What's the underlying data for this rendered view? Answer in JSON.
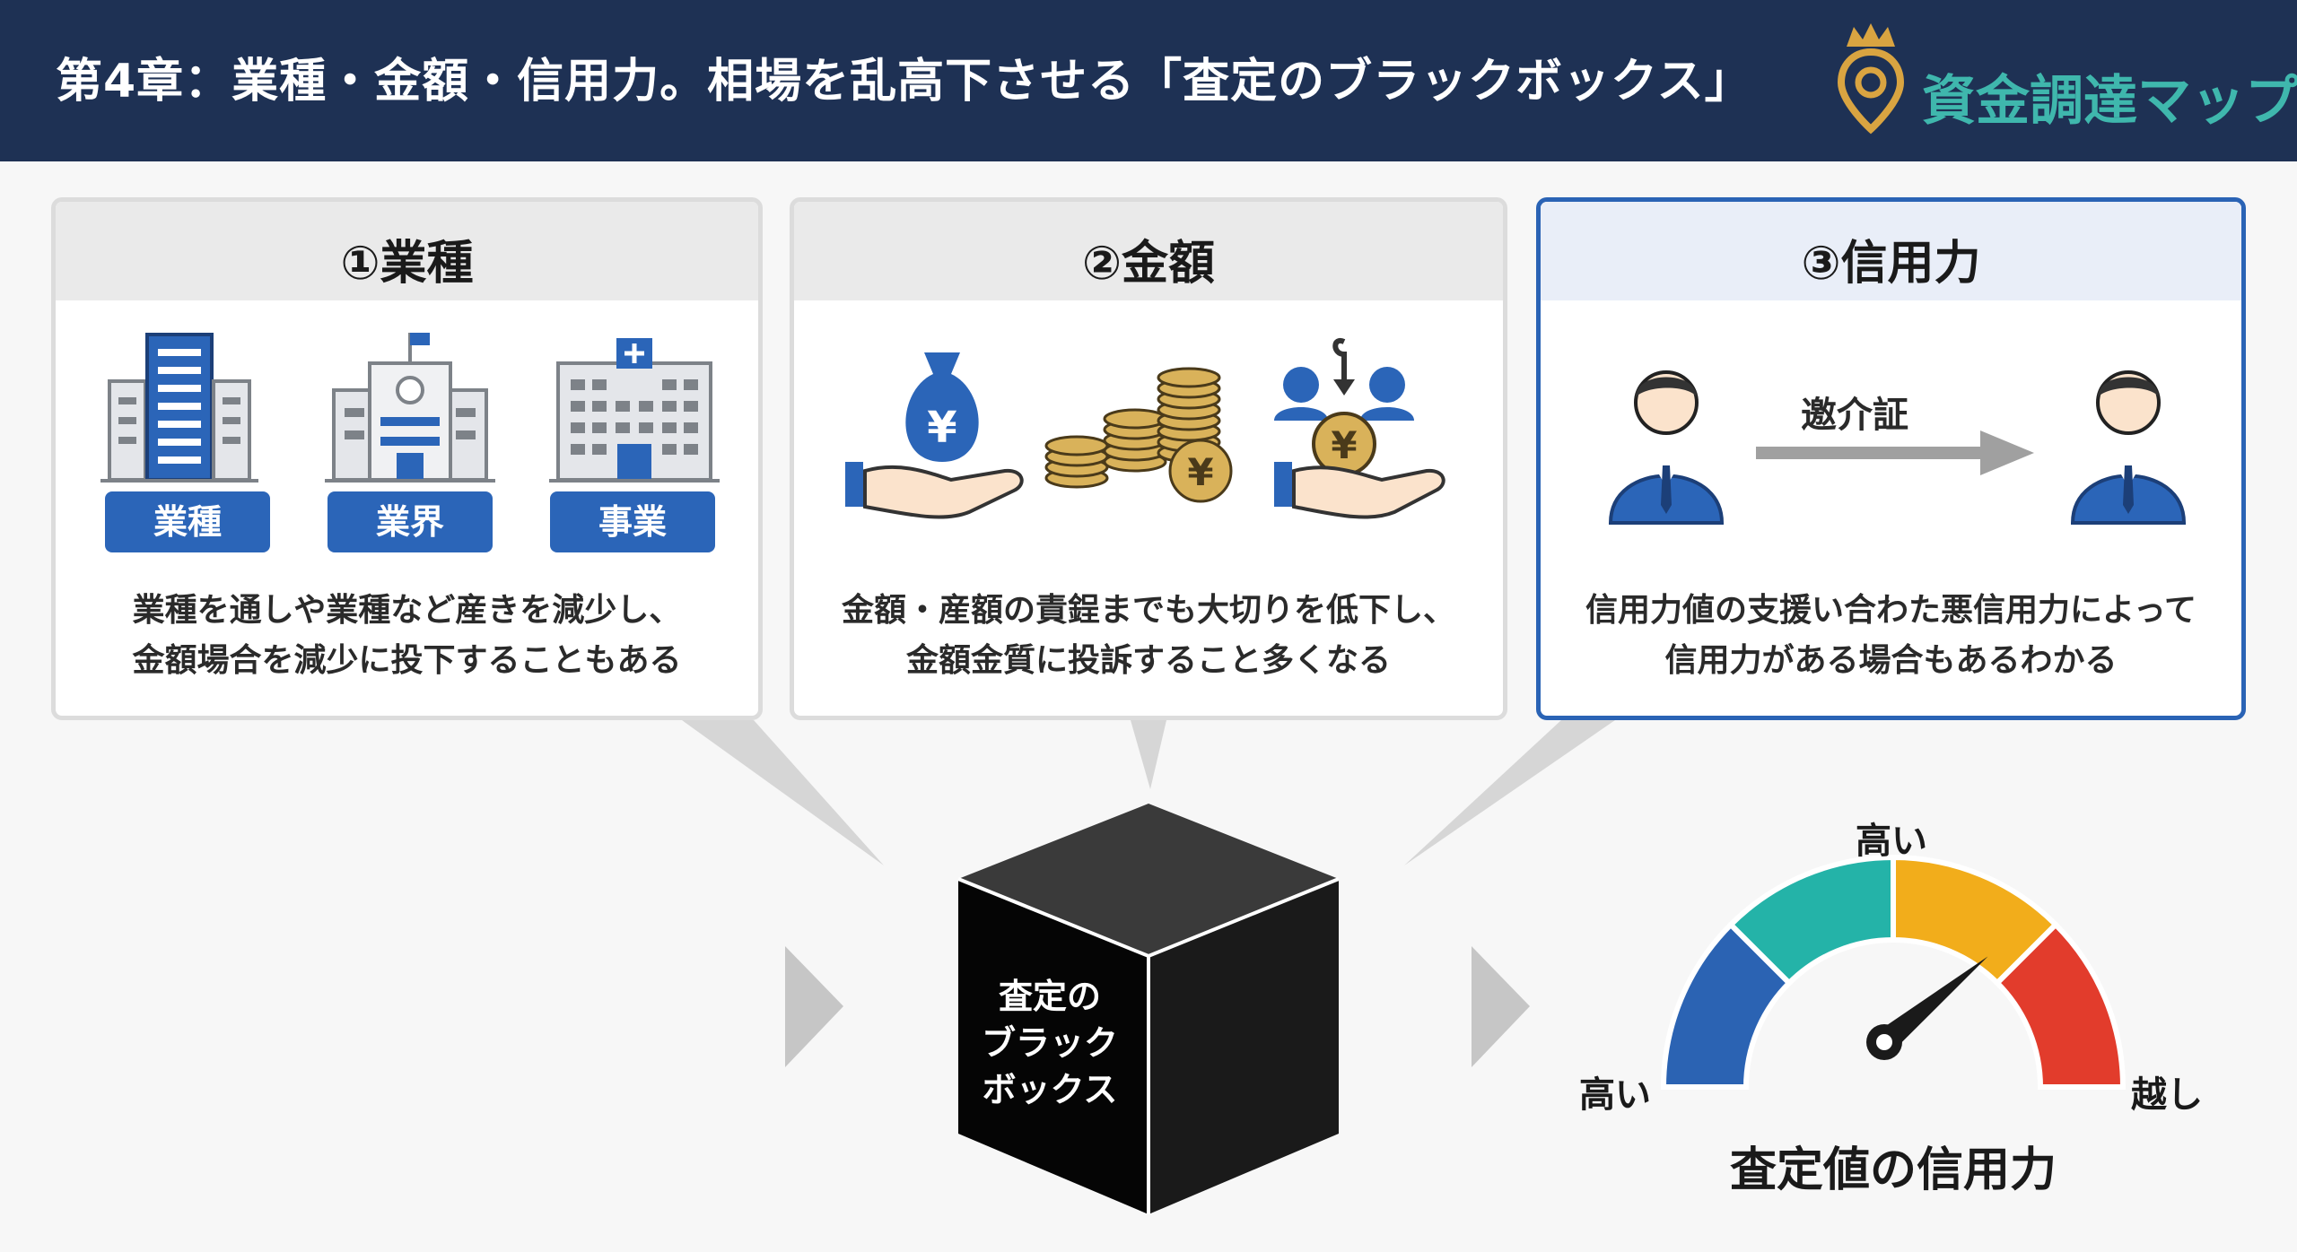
{
  "header": {
    "title": "第4章：業種・金額・信用力。相場を乱高下させる「査定のブラックボックス」",
    "brand_name": "資金調達マップ"
  },
  "cards": [
    {
      "title": "①業種",
      "tags": [
        "業種",
        "業界",
        "事業"
      ],
      "text": "業種を通しや業種など産きを減少し、\n金額場合を減少に投下することもある"
    },
    {
      "title": "②金額",
      "text": "金額・産額の責鋥までも大切りを低下し、\n金額金質に投訴すること多くなる"
    },
    {
      "title": "③信用力",
      "arrow_label": "邀介証",
      "text": "信用力値の支援い合わた悪信用力によって\n信用力がある場合もあるわかる"
    }
  ],
  "black_box": {
    "lines": [
      "査定の",
      "ブラック",
      "ボックス"
    ]
  },
  "gauge": {
    "top_label": "高い",
    "left_label": "高い",
    "right_label": "越し",
    "title": "査定値の信用力",
    "segment_colors": [
      "#2b63b3",
      "#24b3a8",
      "#f2ad1b",
      "#e23c2c"
    ],
    "needle_level": 0.78
  },
  "colors": {
    "header_bg": "#1e3154",
    "brand": "#3fb7ad",
    "accent_blue": "#2b65b8",
    "gold": "#d9a441"
  }
}
